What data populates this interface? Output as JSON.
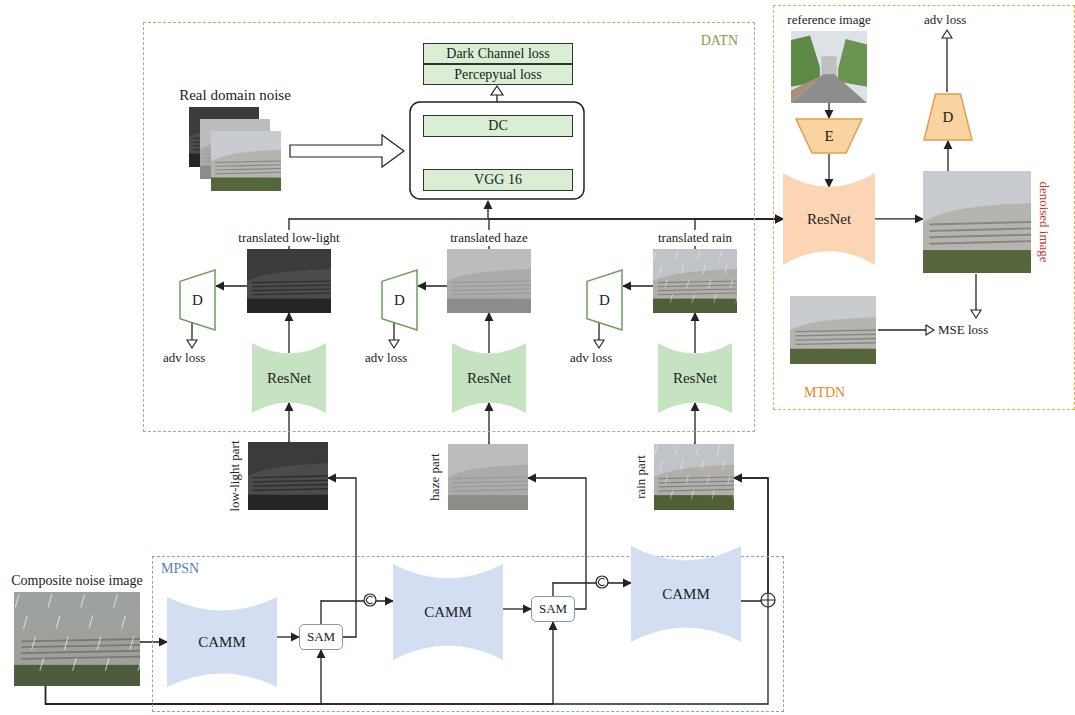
{
  "diagram": {
    "nodes": [
      {
        "text": [
          "DATN"
        ]
      },
      {
        "text": [
          "Real domain noise"
        ],
        "in": 0
      },
      {
        "text": [
          "Dark Channel loss"
        ],
        "in": 0
      },
      {
        "text": [
          "Percepyual loss"
        ],
        "in": 0
      },
      {
        "text": [
          "DC"
        ],
        "in": 0
      },
      {
        "text": [
          "VGG 16"
        ],
        "in": 0
      },
      {
        "text": [
          "translated low-light"
        ],
        "in": 0
      },
      {
        "text": [
          "translated haze"
        ],
        "in": 0
      },
      {
        "text": [
          "translated rain"
        ],
        "in": 0
      },
      {
        "text": [
          "D"
        ],
        "in": 0
      },
      {
        "text": [
          "D"
        ],
        "in": 0
      },
      {
        "text": [
          "D"
        ],
        "in": 0
      },
      {
        "text": [
          "ResNet"
        ],
        "in": 0
      },
      {
        "text": [
          "ResNet"
        ],
        "in": 0
      },
      {
        "text": [
          "ResNet"
        ],
        "in": 0
      },
      {
        "text": [
          "MTDN"
        ]
      },
      {
        "text": [
          "reference image"
        ],
        "in": 15
      },
      {
        "text": [
          "E"
        ],
        "in": 15
      },
      {
        "text": [
          "ResNet"
        ],
        "in": 15
      },
      {
        "text": [
          "D"
        ],
        "in": 15
      },
      {
        "text": [
          "denoised image"
        ],
        "in": 15
      },
      {
        "text": [
          "low-light part"
        ]
      },
      {
        "text": [
          "haze part"
        ]
      },
      {
        "text": [
          "rain part"
        ]
      },
      {
        "text": [
          "MPSN"
        ]
      },
      {
        "text": [
          "Composite noise image"
        ]
      },
      {
        "text": [
          "CAMM"
        ],
        "in": 24
      },
      {
        "text": [
          "SAM"
        ],
        "in": 24
      },
      {
        "text": [
          "CAMM"
        ],
        "in": 24
      },
      {
        "text": [
          "SAM"
        ],
        "in": 24
      },
      {
        "text": [
          "CAMM"
        ],
        "in": 24
      }
    ],
    "edges": [
      {
        "from": 12,
        "to": 6,
        "arrow": "to"
      },
      {
        "from": 13,
        "to": 7,
        "arrow": "to"
      },
      {
        "from": 14,
        "to": 8,
        "arrow": "to"
      },
      {
        "from": 6,
        "to": 9,
        "arrow": "to"
      },
      {
        "from": 7,
        "to": 10,
        "arrow": "to"
      },
      {
        "from": 8,
        "to": 11,
        "arrow": "to"
      },
      {
        "from": 21,
        "to": 12,
        "arrow": "to"
      },
      {
        "from": 22,
        "to": 13,
        "arrow": "to"
      },
      {
        "from": 23,
        "to": 14,
        "arrow": "to"
      },
      {
        "from": 6,
        "to": 18,
        "arrow": "to"
      },
      {
        "from": 7,
        "to": 18,
        "arrow": "to"
      },
      {
        "from": 8,
        "to": 18,
        "arrow": "to"
      },
      {
        "from": 16,
        "to": 17,
        "arrow": "to"
      },
      {
        "from": 17,
        "to": 18,
        "arrow": "to"
      },
      {
        "from": 18,
        "to": 20,
        "arrow": "to"
      },
      {
        "from": 20,
        "to": 19,
        "arrow": "to"
      },
      {
        "from": 25,
        "to": 26,
        "arrow": "to"
      },
      {
        "from": 26,
        "to": 27,
        "arrow": "to"
      },
      {
        "from": 27,
        "to": 28,
        "arrow": "to"
      },
      {
        "from": 28,
        "to": 29,
        "arrow": "to"
      },
      {
        "from": 29,
        "to": 30,
        "arrow": "to"
      },
      {
        "from": 27,
        "to": 21,
        "arrow": "to"
      },
      {
        "from": 29,
        "to": 22,
        "arrow": "to"
      },
      {
        "from": 30,
        "to": 23,
        "arrow": "to"
      },
      {
        "from": 25,
        "to": 23,
        "arrow": "to"
      },
      {
        "from": 25,
        "to": 27,
        "arrow": "to"
      },
      {
        "from": 25,
        "to": 29,
        "arrow": "to"
      }
    ],
    "labels": [
      "adv loss",
      "adv loss",
      "adv loss",
      "adv loss",
      "MSE loss"
    ]
  }
}
